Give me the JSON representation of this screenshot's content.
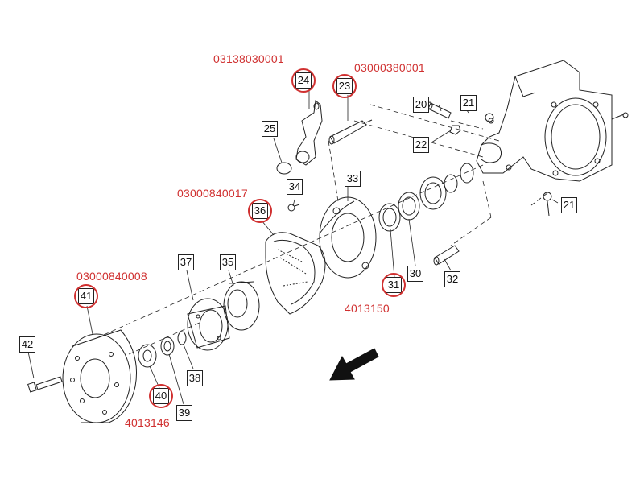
{
  "callouts": [
    {
      "id": "c20",
      "text": "20"
    },
    {
      "id": "c21a",
      "text": "21"
    },
    {
      "id": "c21b",
      "text": "21"
    },
    {
      "id": "c22",
      "text": "22"
    },
    {
      "id": "c23",
      "text": "23"
    },
    {
      "id": "c24",
      "text": "24"
    },
    {
      "id": "c25",
      "text": "25"
    },
    {
      "id": "c30",
      "text": "30"
    },
    {
      "id": "c31",
      "text": "31"
    },
    {
      "id": "c32",
      "text": "32"
    },
    {
      "id": "c33",
      "text": "33"
    },
    {
      "id": "c34",
      "text": "34"
    },
    {
      "id": "c35",
      "text": "35"
    },
    {
      "id": "c36",
      "text": "36"
    },
    {
      "id": "c37",
      "text": "37"
    },
    {
      "id": "c38",
      "text": "38"
    },
    {
      "id": "c39",
      "text": "39"
    },
    {
      "id": "c40",
      "text": "40"
    },
    {
      "id": "c41",
      "text": "41"
    },
    {
      "id": "c42",
      "text": "42"
    }
  ],
  "part_numbers": {
    "p24": "03138030001",
    "p23": "03000380001",
    "p36": "03000840017",
    "p41": "03000840008",
    "p31": "4013150",
    "p40": "4013146"
  },
  "colors": {
    "highlight": "#d03030",
    "line": "#222222"
  }
}
